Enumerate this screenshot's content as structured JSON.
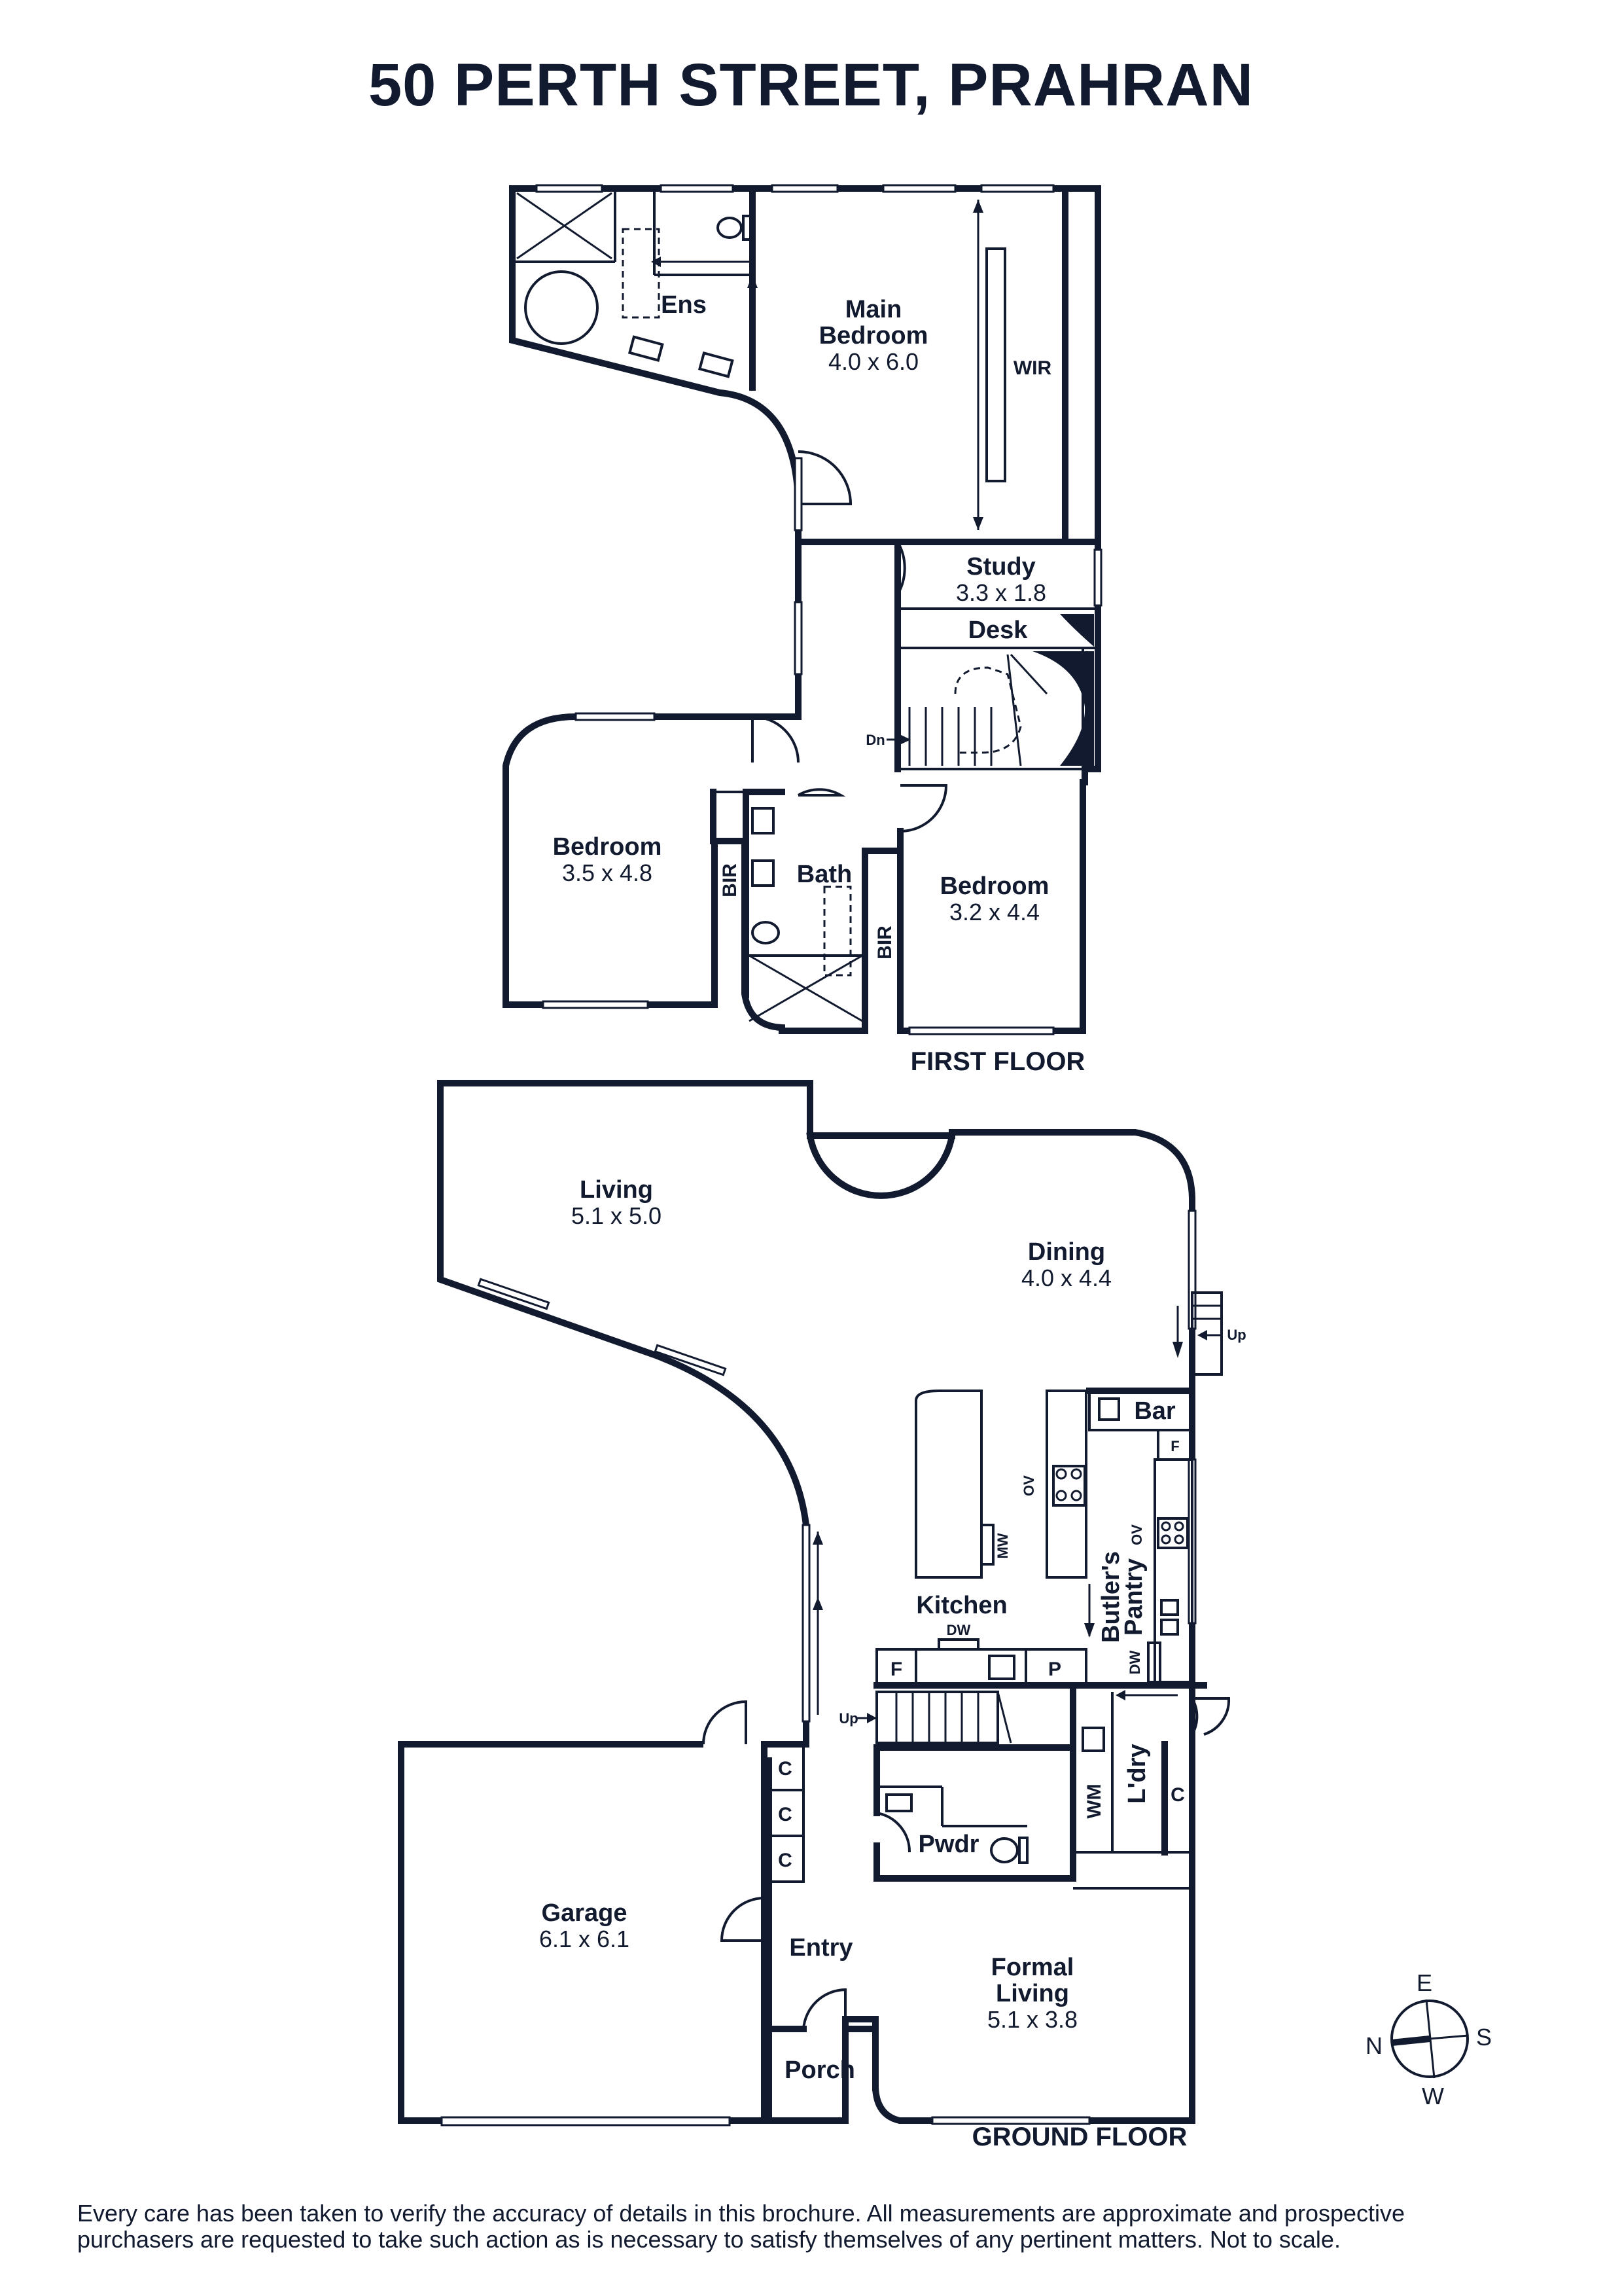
{
  "title": "50 PERTH STREET, PRAHRAN",
  "floors": {
    "first": "FIRST FLOOR",
    "ground": "GROUND FLOOR"
  },
  "rooms": {
    "ens": "Ens",
    "main_bedroom_l1": "Main",
    "main_bedroom_l2": "Bedroom",
    "main_bedroom_dims": "4.0 x 6.0",
    "wir": "WIR",
    "study": "Study",
    "study_dims": "3.3 x 1.8",
    "desk": "Desk",
    "dn": "Dn",
    "bedroom_a": "Bedroom",
    "bedroom_a_dims": "3.5 x 4.8",
    "bir_a": "BIR",
    "bath": "Bath",
    "bir_b": "BIR",
    "bedroom_b": "Bedroom",
    "bedroom_b_dims": "3.2 x 4.4",
    "living": "Living",
    "living_dims": "5.1 x 5.0",
    "dining": "Dining",
    "dining_dims": "4.0 x 4.4",
    "up_deck": "Up",
    "bar": "Bar",
    "f_pantry": "F",
    "ov_kitchen": "OV",
    "mw": "MW",
    "ov_pantry": "OV",
    "butlers_l1": "Butler's",
    "butlers_l2": "Pantry",
    "kitchen": "Kitchen",
    "dw_kitchen": "DW",
    "f_kitchen": "F",
    "p_kitchen": "P",
    "dw_pantry": "DW",
    "up_stairs": "Up",
    "c1": "C",
    "c2": "C",
    "c3": "C",
    "wm": "WM",
    "ldry": "L'dry",
    "c_ldry": "C",
    "pwdr": "Pwdr",
    "garage": "Garage",
    "garage_dims": "6.1 x 6.1",
    "entry": "Entry",
    "formal_l1": "Formal",
    "formal_l2": "Living",
    "formal_dims": "5.1 x 3.8",
    "porch": "Porch"
  },
  "compass": {
    "e": "E",
    "s": "S",
    "w": "W",
    "n": "N"
  },
  "disclaimer": {
    "line1": "Every care has been taken to verify the accuracy of details in this brochure. All measurements are approximate and prospective",
    "line2": "purchasers are requested to take such action as is necessary to satisfy themselves of any pertinent matters. Not to scale."
  },
  "colors": {
    "ink": "#111a2e",
    "background": "#ffffff"
  }
}
